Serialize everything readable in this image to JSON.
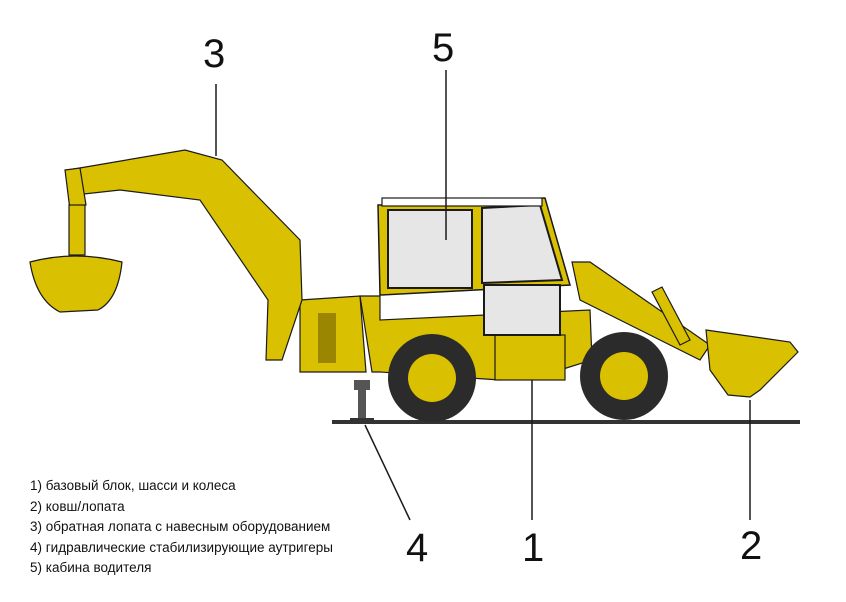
{
  "callouts": {
    "n1": "1",
    "n2": "2",
    "n3": "3",
    "n4": "4",
    "n5": "5"
  },
  "legend": [
    "1) базовый блок, шасси и колеса",
    "2) ковш/лопата",
    "3) обратная лопата с навесным оборудованием",
    "4) гидравлические стабилизирующие аутригеры",
    "5) кабина водителя"
  ],
  "colors": {
    "body": "#d9c000",
    "body_dark": "#9a8600",
    "outline": "#1a1a1a",
    "tire": "#2b2b2b",
    "rim": "#d9c000",
    "glass": "#e6e6e6",
    "ground": "#333333"
  }
}
